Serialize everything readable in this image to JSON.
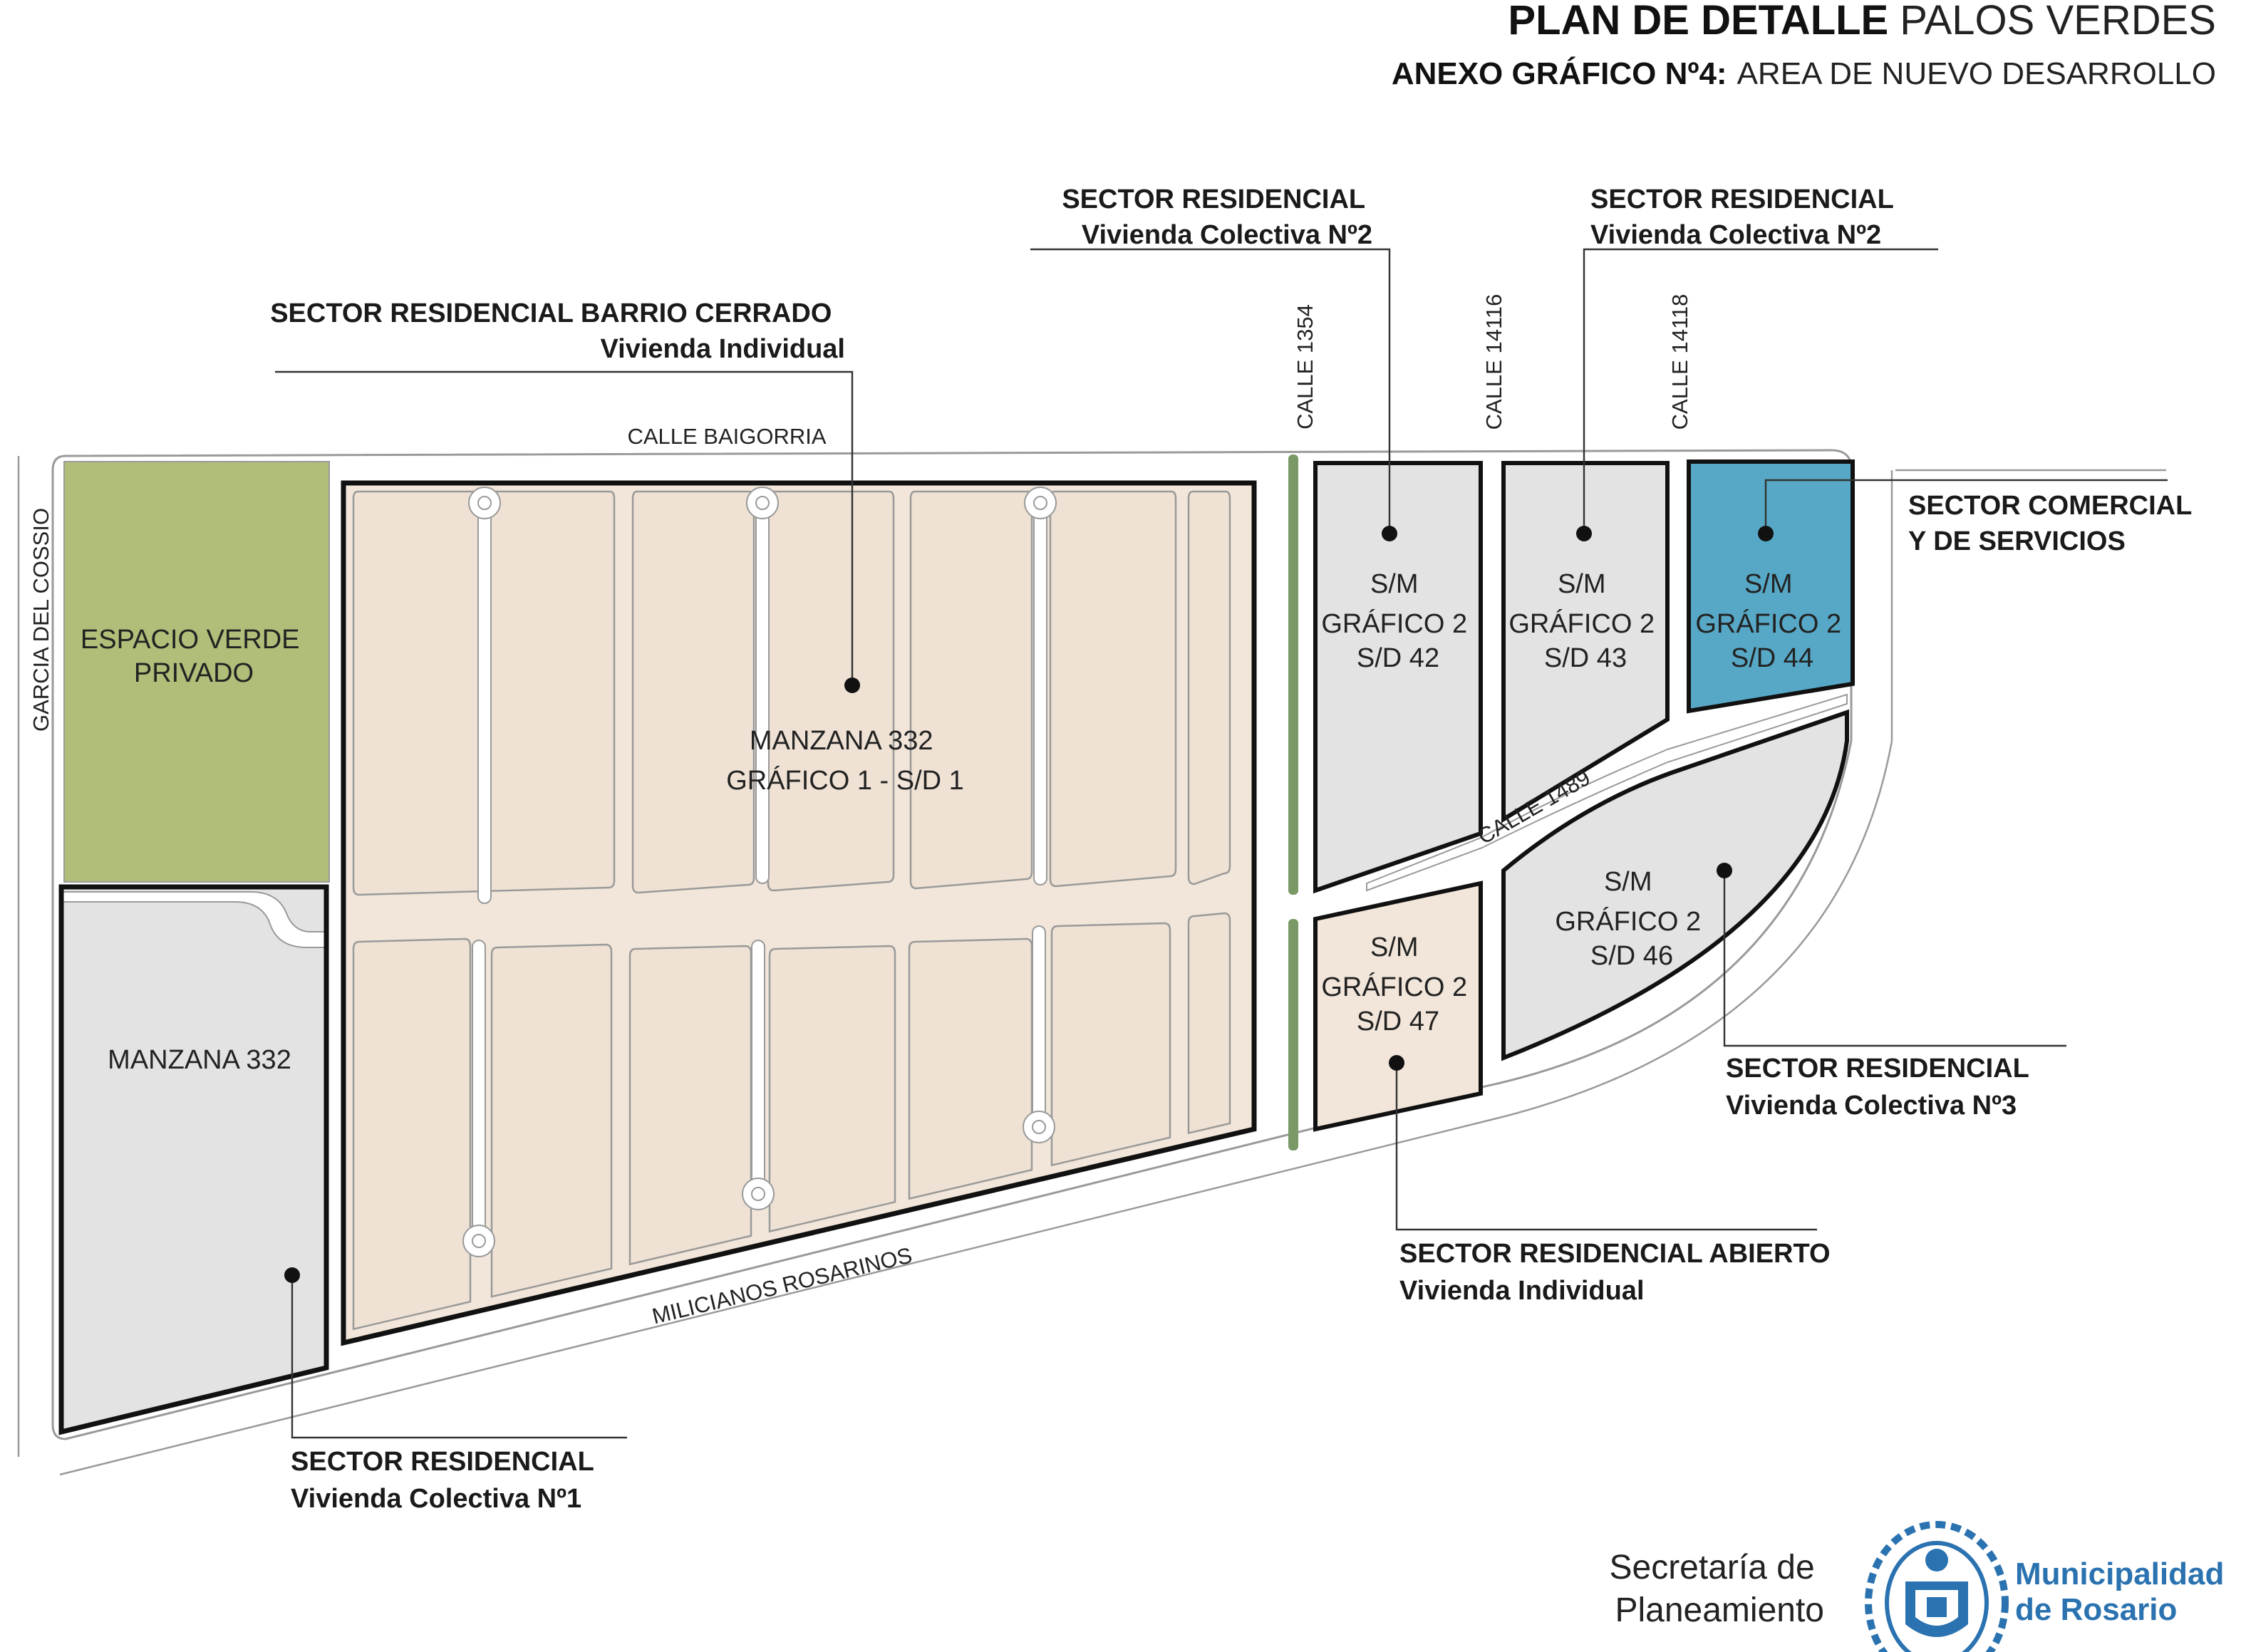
{
  "header": {
    "title_bold": "PLAN DE  DETALLE",
    "title_light": "PALOS VERDES",
    "subtitle_bold": "ANEXO GRÁFICO Nº4:",
    "subtitle_light": "AREA DE NUEVO DESARROLLO"
  },
  "streets": {
    "baigorria": "CALLE BAIGORRIA",
    "garcia": "GARCIA DEL COSSIO",
    "calle_1354": "CALLE 1354",
    "calle_14116": "CALLE 14116",
    "calle_14118": "CALLE 14118",
    "calle_1489": "CALLE 1489",
    "milicianos": "MILICIANOS ROSARINOS"
  },
  "blocks": {
    "espacio_verde": {
      "line1": "ESPACIO VERDE",
      "line2": "PRIVADO"
    },
    "manzana_332_main": {
      "line1": "MANZANA 332",
      "line2": "GRÁFICO 1 - S/D 1"
    },
    "manzana_332_left": {
      "line1": "MANZANA 332"
    },
    "sd42": {
      "line1": "S/M",
      "line2": "GRÁFICO 2",
      "line3": "S/D 42"
    },
    "sd43": {
      "line1": "S/M",
      "line2": "GRÁFICO 2",
      "line3": "S/D 43"
    },
    "sd44": {
      "line1": "S/M",
      "line2": "GRÁFICO 2",
      "line3": "S/D 44"
    },
    "sd46": {
      "line1": "S/M",
      "line2": "GRÁFICO 2",
      "line3": "S/D 46"
    },
    "sd47": {
      "line1": "S/M",
      "line2": "GRÁFICO 2",
      "line3": "S/D 47"
    }
  },
  "callouts": {
    "barrio_cerrado": {
      "line1": "SECTOR RESIDENCIAL BARRIO CERRADO",
      "line2": "Vivienda Individual"
    },
    "colectiva2_a": {
      "line1": "SECTOR RESIDENCIAL",
      "line2": "Vivienda Colectiva  Nº2"
    },
    "colectiva2_b": {
      "line1": "SECTOR RESIDENCIAL",
      "line2": "Vivienda Colectiva  Nº2"
    },
    "comercial": {
      "line1": "SECTOR COMERCIAL",
      "line2": "Y DE SERVICIOS"
    },
    "colectiva3": {
      "line1": "SECTOR RESIDENCIAL",
      "line2": "Vivienda Colectiva  Nº3"
    },
    "abierto": {
      "line1": "SECTOR RESIDENCIAL ABIERTO",
      "line2": "Vivienda Individual"
    },
    "colectiva1": {
      "line1": "SECTOR RESIDENCIAL",
      "line2": "Vivienda Colectiva  Nº1"
    }
  },
  "footer": {
    "secretaria_line1": "Secretaría de",
    "secretaria_line2": "Planeamiento",
    "muni_line1": "Municipalidad",
    "muni_line2": "de Rosario",
    "muni_color": "#2a72b0"
  },
  "colors": {
    "verde": "#afbe78",
    "residencial": "#efe3d6",
    "gris": "#e3e3e3",
    "comercial": "#57a8c6",
    "separador": "#7a9966"
  }
}
